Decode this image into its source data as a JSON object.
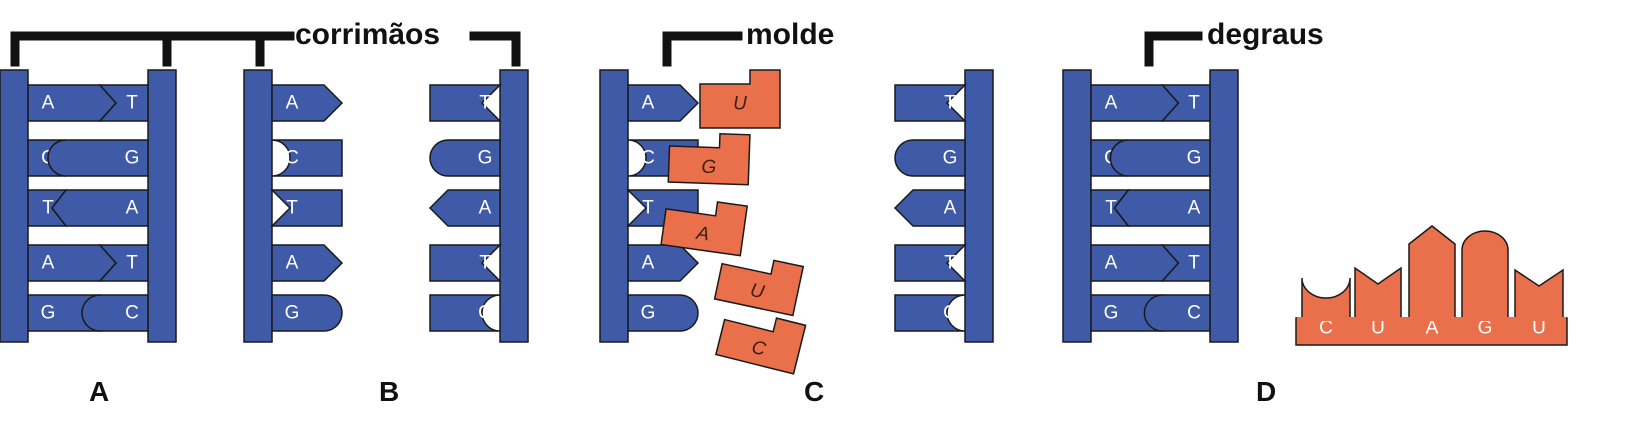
{
  "callouts": {
    "rails": "corrimãos",
    "template": "molde",
    "rungs": "degraus"
  },
  "panel_labels": {
    "a": "A",
    "b": "B",
    "c": "C",
    "d": "D"
  },
  "dna_left": [
    "A",
    "C",
    "T",
    "A",
    "G"
  ],
  "dna_right": [
    "T",
    "G",
    "A",
    "T",
    "C"
  ],
  "rna_strand": [
    "U",
    "G",
    "A",
    "U",
    "C"
  ],
  "rna_product": [
    "C",
    "U",
    "A",
    "G",
    "U"
  ],
  "colors": {
    "dna": "#3f5aa6",
    "rna": "#e9704a",
    "ink": "#111111",
    "label_text": "#ffffff"
  }
}
